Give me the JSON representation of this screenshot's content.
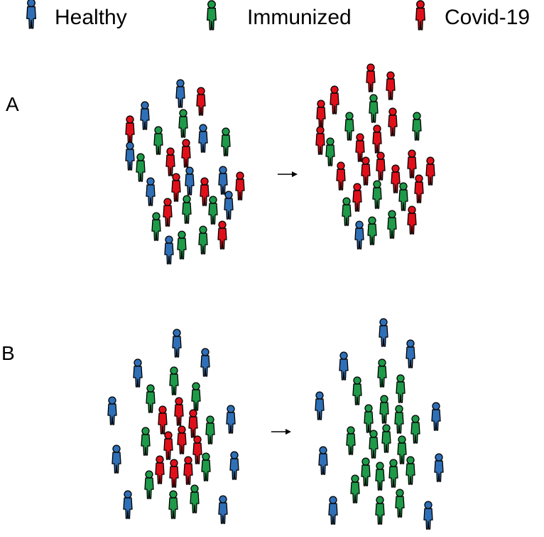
{
  "legend": [
    {
      "label": "Healthy",
      "color": "#2f6fb7"
    },
    {
      "label": "Immunized",
      "color": "#1e9a49"
    },
    {
      "label": "Covid-19",
      "color": "#e0101a"
    }
  ],
  "panels": [
    {
      "label": "A"
    },
    {
      "label": "B"
    }
  ],
  "arrow_symbol": "→",
  "colors": {
    "healthy": "#2f6fb7",
    "immunized": "#1e9a49",
    "covid": "#e0101a",
    "outline": "#000000",
    "arrow": "#000000"
  }
}
